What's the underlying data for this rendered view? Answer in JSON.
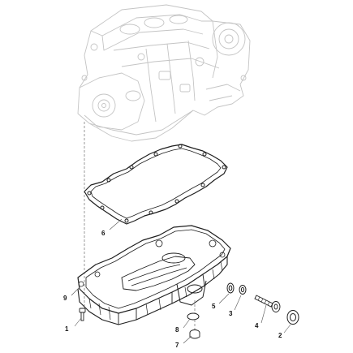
{
  "diagram": {
    "callouts": [
      {
        "id": "c1",
        "label": "1"
      },
      {
        "id": "c2",
        "label": "2"
      },
      {
        "id": "c3",
        "label": "3"
      },
      {
        "id": "c4",
        "label": "4"
      },
      {
        "id": "c5",
        "label": "5"
      },
      {
        "id": "c6",
        "label": "6"
      },
      {
        "id": "c7",
        "label": "7"
      },
      {
        "id": "c8",
        "label": "8"
      },
      {
        "id": "c9",
        "label": "9"
      }
    ],
    "colors": {
      "ghost_line": "#c4c4c4",
      "part_line": "#1e1e1e",
      "leader_line": "#555555",
      "label_text": "#111111"
    }
  }
}
